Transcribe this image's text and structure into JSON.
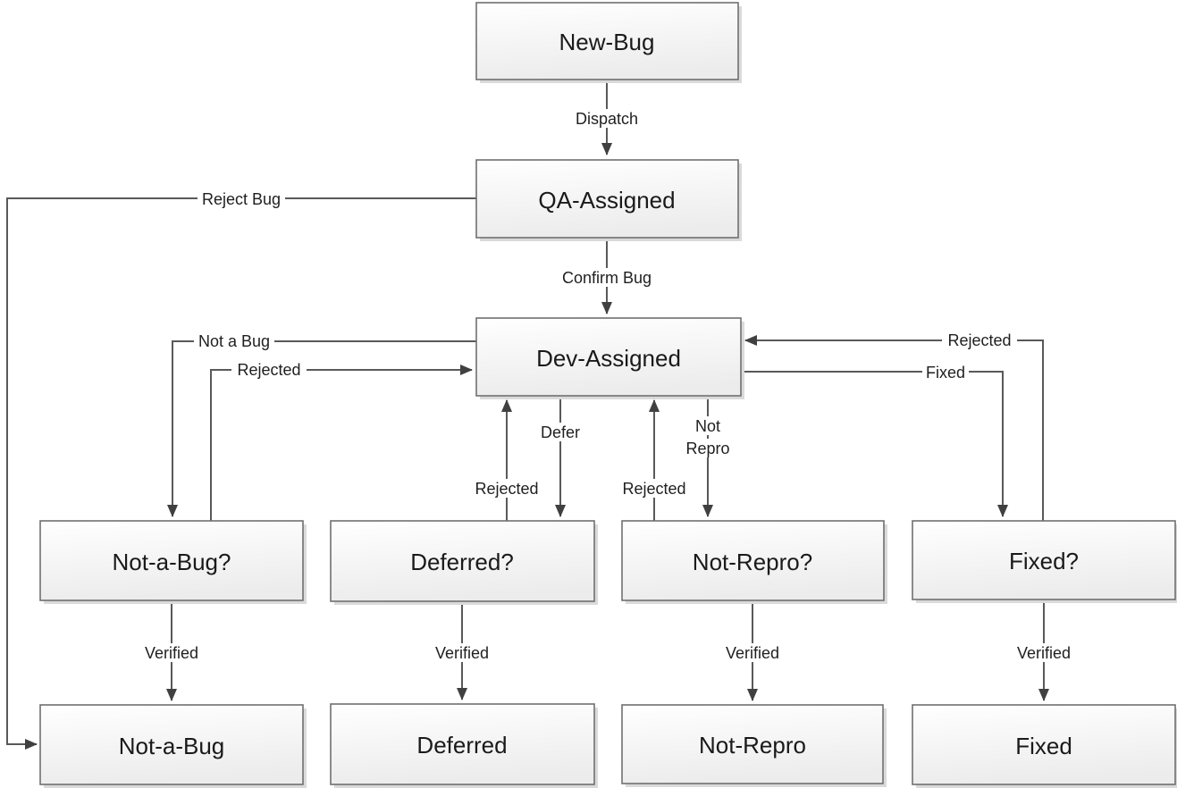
{
  "diagram": {
    "type": "flowchart",
    "nodes": {
      "new_bug": {
        "label": "New-Bug"
      },
      "qa_assigned": {
        "label": "QA-Assigned"
      },
      "dev_assigned": {
        "label": "Dev-Assigned"
      },
      "not_a_bug_q": {
        "label": "Not-a-Bug?"
      },
      "deferred_q": {
        "label": "Deferred?"
      },
      "not_repro_q": {
        "label": "Not-Repro?"
      },
      "fixed_q": {
        "label": "Fixed?"
      },
      "not_a_bug": {
        "label": "Not-a-Bug"
      },
      "deferred": {
        "label": "Deferred"
      },
      "not_repro": {
        "label": "Not-Repro"
      },
      "fixed": {
        "label": "Fixed"
      }
    },
    "edges": {
      "dispatch": {
        "from": "new_bug",
        "to": "qa_assigned",
        "label": "Dispatch"
      },
      "confirm_bug": {
        "from": "qa_assigned",
        "to": "dev_assigned",
        "label": "Confirm Bug"
      },
      "reject_bug": {
        "from": "qa_assigned",
        "to": "not_a_bug",
        "label": "Reject Bug"
      },
      "not_a_bug_out": {
        "from": "dev_assigned",
        "to": "not_a_bug_q",
        "label": "Not a Bug"
      },
      "rejected_from_nab": {
        "from": "not_a_bug_q",
        "to": "dev_assigned",
        "label": "Rejected"
      },
      "defer": {
        "from": "dev_assigned",
        "to": "deferred_q",
        "label": "Defer"
      },
      "rejected_from_def": {
        "from": "deferred_q",
        "to": "dev_assigned",
        "label": "Rejected"
      },
      "not_repro_out": {
        "from": "dev_assigned",
        "to": "not_repro_q",
        "label_lines": [
          "Not",
          "Repro"
        ]
      },
      "rejected_from_nr": {
        "from": "not_repro_q",
        "to": "dev_assigned",
        "label": "Rejected"
      },
      "fixed_out": {
        "from": "dev_assigned",
        "to": "fixed_q",
        "label": "Fixed"
      },
      "rejected_from_fx": {
        "from": "fixed_q",
        "to": "dev_assigned",
        "label": "Rejected"
      },
      "verified_nab": {
        "from": "not_a_bug_q",
        "to": "not_a_bug",
        "label": "Verified"
      },
      "verified_def": {
        "from": "deferred_q",
        "to": "deferred",
        "label": "Verified"
      },
      "verified_nr": {
        "from": "not_repro_q",
        "to": "not_repro",
        "label": "Verified"
      },
      "verified_fx": {
        "from": "fixed_q",
        "to": "fixed",
        "label": "Verified"
      }
    },
    "colors": {
      "background": "#ffffff",
      "box_fill_top": "#ffffff",
      "box_fill_bottom": "#ececec",
      "box_border": "#707070",
      "box_shadow": "#dadada",
      "connector": "#595959",
      "arrowhead": "#404040",
      "text": "#1a1a1a"
    }
  }
}
